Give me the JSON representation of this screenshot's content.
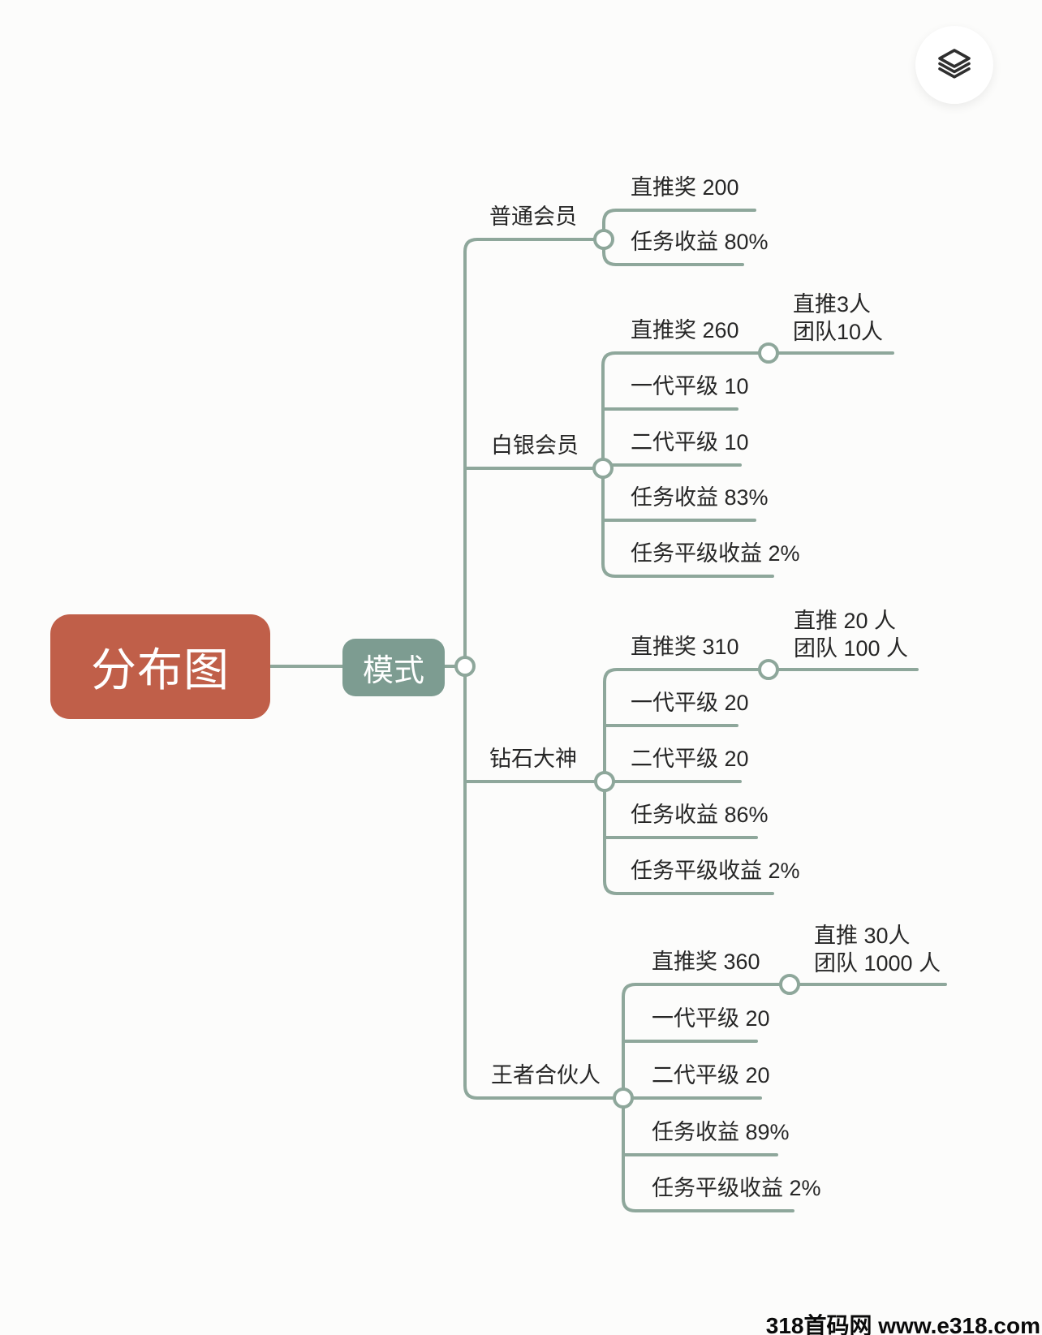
{
  "colors": {
    "root_node_bg": "#c05f49",
    "mode_node_bg": "#7d9c91",
    "connector_line": "#8ea79b",
    "text": "#262626"
  },
  "root": {
    "label": "分布图"
  },
  "mode": {
    "label": "模式"
  },
  "branches": [
    {
      "label": "普通会员",
      "children": [
        {
          "label": "直推奖 200"
        },
        {
          "label": "任务收益 80%"
        }
      ]
    },
    {
      "label": "白银会员",
      "children": [
        {
          "label": "直推奖 260",
          "sub": [
            "直推3人",
            "团队10人"
          ]
        },
        {
          "label": "一代平级 10"
        },
        {
          "label": "二代平级 10"
        },
        {
          "label": "任务收益 83%"
        },
        {
          "label": "任务平级收益 2%"
        }
      ]
    },
    {
      "label": "钻石大神",
      "children": [
        {
          "label": "直推奖 310",
          "sub": [
            "直推 20 人",
            "团队 100 人"
          ]
        },
        {
          "label": "一代平级 20"
        },
        {
          "label": "二代平级 20"
        },
        {
          "label": "任务收益 86%"
        },
        {
          "label": "任务平级收益 2%"
        }
      ]
    },
    {
      "label": "王者合伙人",
      "children": [
        {
          "label": "直推奖 360",
          "sub": [
            "直推 30人",
            "团队 1000 人"
          ]
        },
        {
          "label": "一代平级 20"
        },
        {
          "label": "二代平级 20"
        },
        {
          "label": "任务收益 89%"
        },
        {
          "label": "任务平级收益 2%"
        }
      ]
    }
  ],
  "watermark": "318首码网 www.e318.com"
}
